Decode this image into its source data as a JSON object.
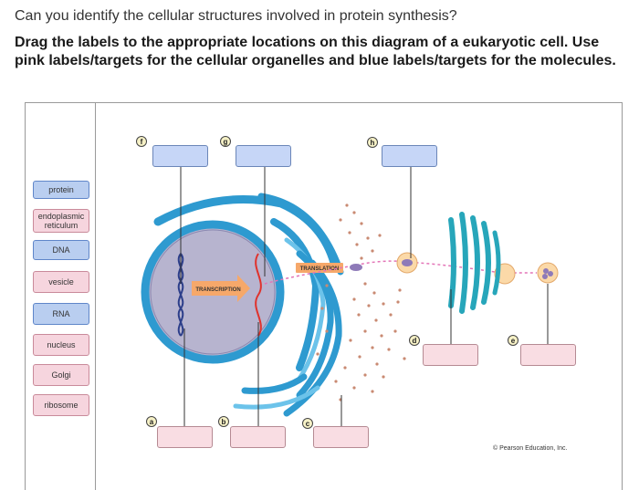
{
  "question": {
    "title": "Can you identify the cellular structures involved in protein synthesis?",
    "instructions": "Drag the labels to the appropriate locations on this diagram of a eukaryotic cell. Use pink labels/targets for the cellular organelles and blue labels/targets for the molecules."
  },
  "labels": [
    {
      "text": "protein",
      "color": "blue"
    },
    {
      "text": "endoplasmic reticulum",
      "color": "pink"
    },
    {
      "text": "DNA",
      "color": "blue"
    },
    {
      "text": "vesicle",
      "color": "pink"
    },
    {
      "text": "RNA",
      "color": "blue"
    },
    {
      "text": "nucleus",
      "color": "pink"
    },
    {
      "text": "Golgi",
      "color": "pink"
    },
    {
      "text": "ribosome",
      "color": "pink"
    }
  ],
  "targets": {
    "a": "a",
    "b": "b",
    "c": "c",
    "d": "d",
    "e": "e",
    "f": "f",
    "g": "g",
    "h": "h"
  },
  "diagram": {
    "transcription": "TRANSCRIPTION",
    "translation": "TRANSLATION"
  },
  "credit": "© Pearson Education, Inc.",
  "colors": {
    "blue_label": "#b9cef0",
    "pink_label": "#f6d5de",
    "nucleus": "#b7b4cf",
    "er": "#2e9ad0",
    "golgi": "#27a6ba",
    "rna": "#e0322c"
  }
}
